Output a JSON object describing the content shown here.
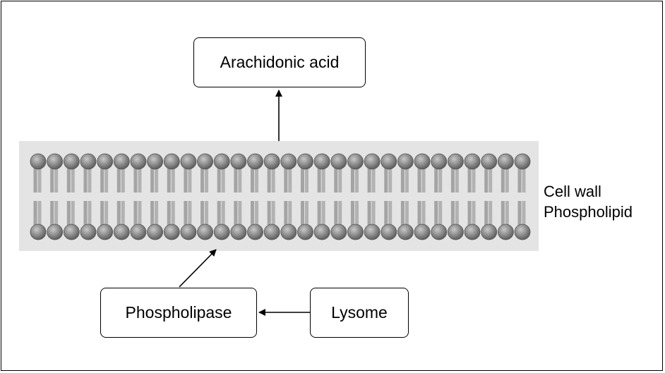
{
  "nodes": {
    "arachidonic": "Arachidonic acid",
    "phospholipase": "Phospholipase",
    "lysome": "Lysome"
  },
  "membrane_label": {
    "line1": "Cell wall",
    "line2": "Phospholipid"
  },
  "membrane": {
    "lipid_count": 30
  },
  "edges": [
    {
      "from": "membrane",
      "to": "arachidonic"
    },
    {
      "from": "phospholipase",
      "to": "membrane"
    },
    {
      "from": "lysome",
      "to": "phospholipase"
    }
  ]
}
